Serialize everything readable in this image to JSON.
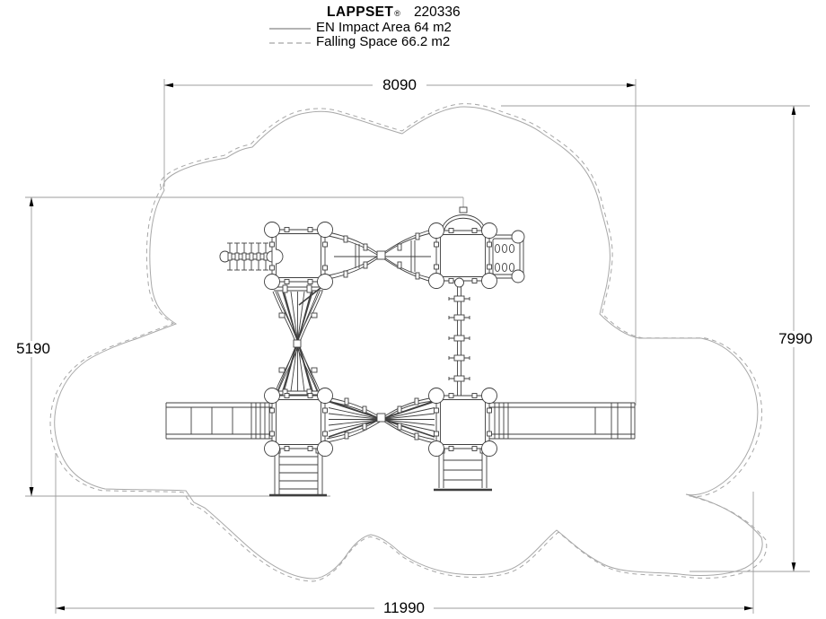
{
  "title": {
    "brand": "LAPPSET",
    "registered_mark": "®",
    "product_code": "220336"
  },
  "legend": {
    "items": [
      {
        "label": "EN Impact Area 64 m2",
        "line_style": "solid"
      },
      {
        "label": "Falling Space 66.2 m2",
        "line_style": "dashed"
      }
    ]
  },
  "dimensions_mm": {
    "top_width": "8090",
    "right_height": "7990",
    "left_height": "5190",
    "bottom_width": "11990"
  },
  "colors": {
    "equipment_line": "#3f3f3f",
    "area_outline": "#a8a8a8",
    "dimension_line": "#9e9e9e",
    "label_text": "#000000",
    "background": "#ffffff"
  }
}
